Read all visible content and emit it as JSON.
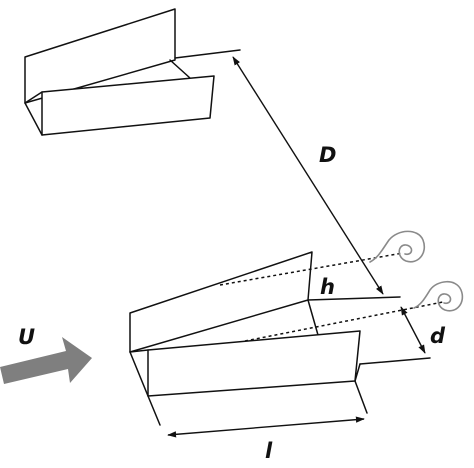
{
  "labels": {
    "spacing": "D",
    "height": "h",
    "gap": "d",
    "length": "l",
    "flow": "U"
  },
  "colors": {
    "lines": "#111111",
    "vortex": "#8a8a8a",
    "flow_arrow": "#7f7f7f",
    "background": "#ffffff"
  }
}
